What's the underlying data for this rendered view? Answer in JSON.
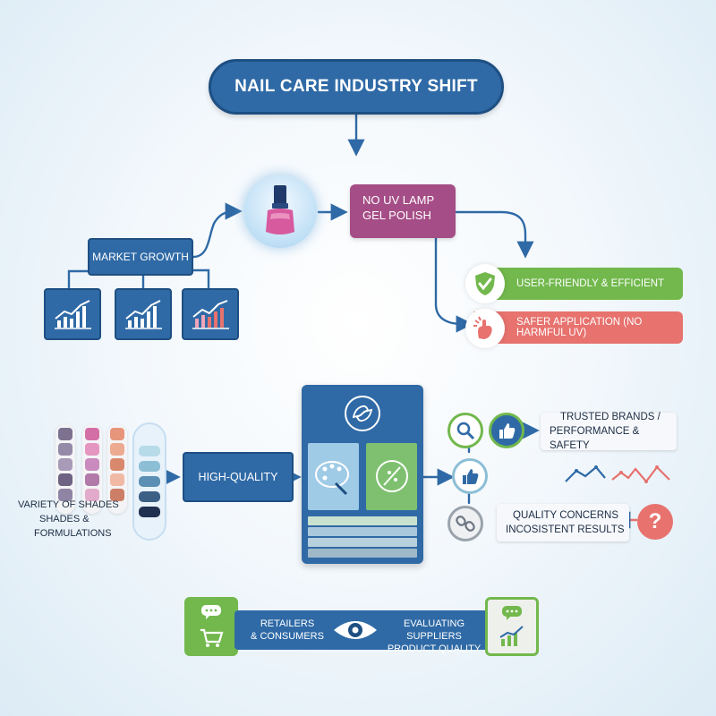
{
  "title": "NAIL CARE INDUSTRY SHIFT",
  "product": {
    "line1": "NO UV LAMP",
    "line2": "GEL POLISH"
  },
  "market_growth": "MARKET GROWTH",
  "benefits": [
    {
      "label": "USER-FRIENDLY & EFFICIENT",
      "color": "#72b84d",
      "icon": "shield-check-icon"
    },
    {
      "label": "SAFER APPLICATION (NO HARMFUL UV)",
      "color": "#e7726e",
      "icon": "hand-sparkle-icon"
    }
  ],
  "shades": {
    "line1": "VARIETY OF SHADES",
    "line2": "SHADES &",
    "line3": "FORMULATIONS"
  },
  "high_quality": "HIGH-QUALITY",
  "trusted": {
    "line1": "TRUSTED BRANDS /",
    "line2": "PERFORMANCE & SAFETY"
  },
  "concerns": {
    "line1": "QUALITY CONCERNS",
    "line2": "INCOSISTENT RESULTS"
  },
  "bottom": {
    "left_line1": "RETAILERS",
    "left_line2": "& CONSUMERS",
    "right_line1": "EVALUATING SUPPLIERS",
    "right_line2": "PRODUCT QUALITY"
  },
  "colors": {
    "primary_blue": "#2f6aa6",
    "magenta": "#a54d86",
    "green": "#72b84d",
    "red": "#e7726e",
    "sky": "#9fcbe6"
  }
}
